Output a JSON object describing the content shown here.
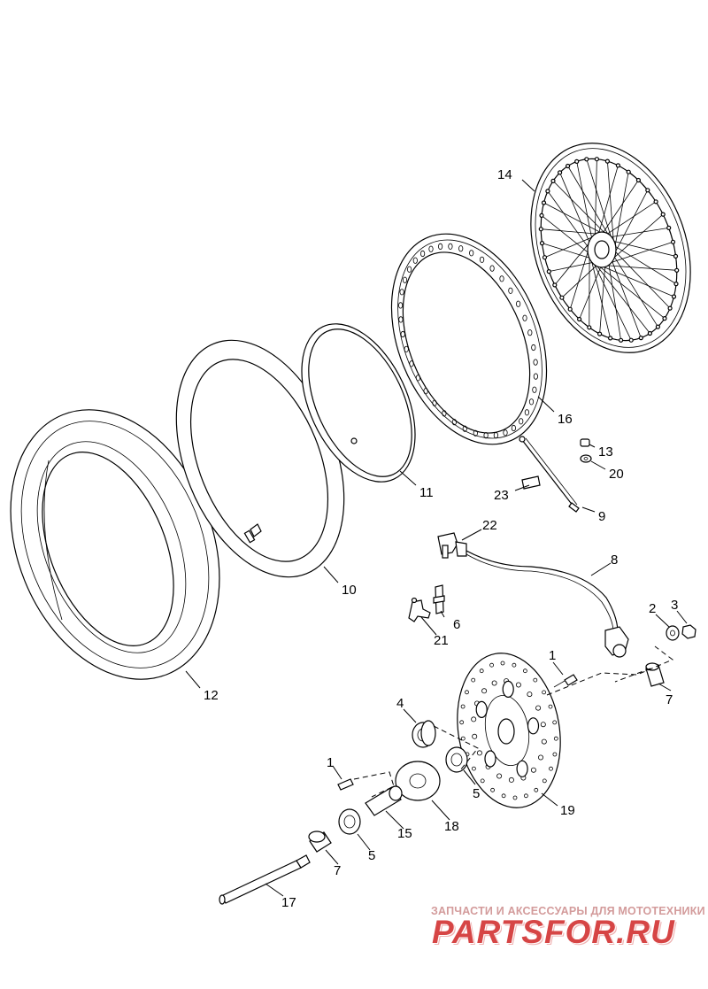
{
  "callouts": {
    "c1a": "1",
    "c1b": "1",
    "c2": "2",
    "c3": "3",
    "c4": "4",
    "c5a": "5",
    "c5b": "5",
    "c6": "6",
    "c7a": "7",
    "c7b": "7",
    "c8": "8",
    "c9": "9",
    "c10": "10",
    "c11": "11",
    "c12": "12",
    "c13": "13",
    "c14": "14",
    "c15": "15",
    "c16": "16",
    "c17": "17",
    "c18": "18",
    "c19": "19",
    "c20": "20",
    "c21": "21",
    "c22": "22",
    "c23": "23"
  },
  "watermark": {
    "tagline": "ЗАПЧАСТИ И АКСЕССУАРЫ ДЛЯ МОТОТЕХНИКИ",
    "logo": "PARTSFOR.RU"
  },
  "colors": {
    "line": "#000000",
    "background": "#ffffff",
    "watermark_red": "#d64545",
    "watermark_pink": "#d39b9b"
  }
}
